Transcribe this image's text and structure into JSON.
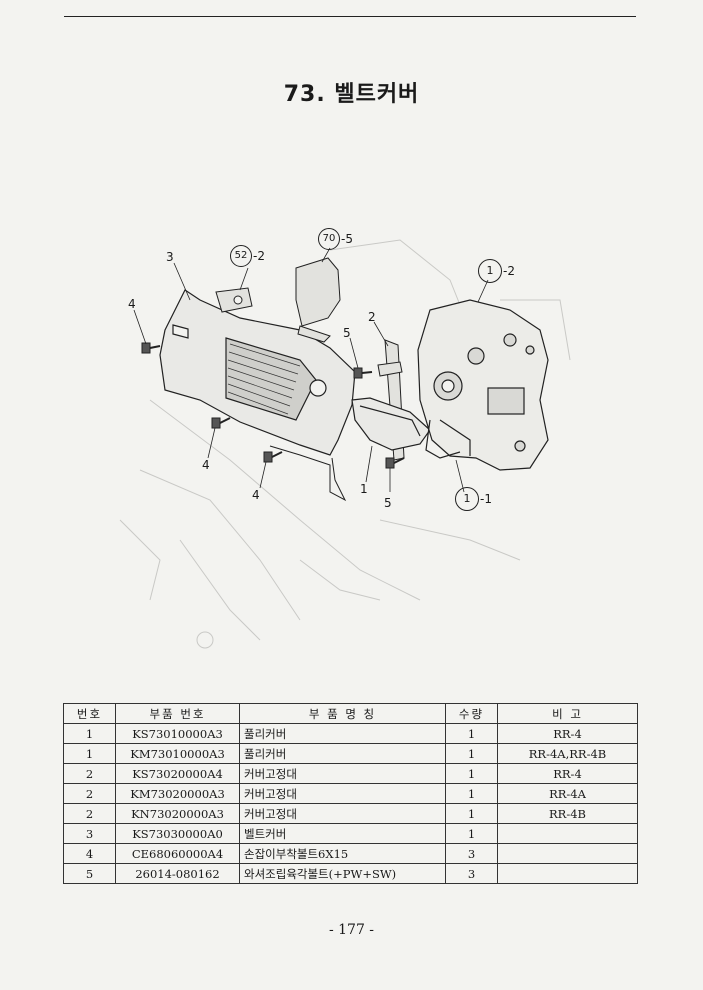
{
  "title": "73. 벨트커버",
  "callouts": {
    "c1": "3",
    "c2_circle": "52",
    "c2_suffix": "-2",
    "c3_circle": "70",
    "c3_suffix": "-5",
    "c4_circle": "1",
    "c4_suffix": "-2",
    "c5": "4",
    "c6": "5",
    "c7": "2",
    "c8": "4",
    "c9": "4",
    "c10": "1",
    "c11": "5",
    "c12_circle": "1",
    "c12_suffix": "-1"
  },
  "table": {
    "headers": [
      "번호",
      "부품 번호",
      "부 품 명 칭",
      "수량",
      "비  고"
    ],
    "rows": [
      [
        "1",
        "KS73010000A3",
        "풀리커버",
        "1",
        "RR-4"
      ],
      [
        "1",
        "KM73010000A3",
        "풀리커버",
        "1",
        "RR-4A,RR-4B"
      ],
      [
        "2",
        "KS73020000A4",
        "커버고정대",
        "1",
        "RR-4"
      ],
      [
        "2",
        "KM73020000A3",
        "커버고정대",
        "1",
        "RR-4A"
      ],
      [
        "2",
        "KN73020000A3",
        "커버고정대",
        "1",
        "RR-4B"
      ],
      [
        "3",
        "KS73030000A0",
        "벨트커버",
        "1",
        ""
      ],
      [
        "4",
        "CE68060000A4",
        "손잡이부착볼트6X15",
        "3",
        ""
      ],
      [
        "5",
        "26014-080162",
        "와셔조립육각볼트(+PW+SW)",
        "3",
        ""
      ]
    ]
  },
  "page_number": "- 177 -"
}
